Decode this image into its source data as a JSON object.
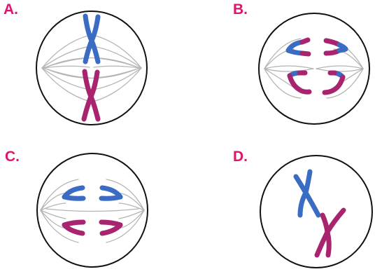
{
  "labels": {
    "a": "A.",
    "b": "B.",
    "c": "C.",
    "d": "D."
  },
  "colors": {
    "label": "#e2136e",
    "chromosome_blue": "#3b6cc4",
    "chromosome_magenta": "#a8246e",
    "spindle": "#b4b4b4",
    "membrane": "#111111"
  }
}
